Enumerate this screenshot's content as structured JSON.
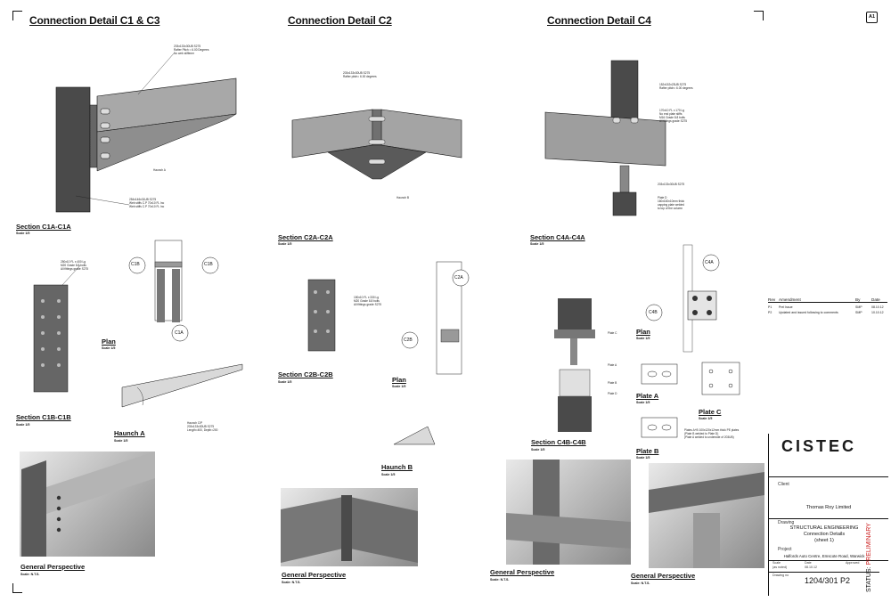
{
  "sheet": {
    "size_badge": "A1"
  },
  "headings": {
    "c1c3": "Connection Detail C1 & C3",
    "c2": "Connection Detail C2",
    "c4": "Connection Detail C4"
  },
  "sections": {
    "c1a": "Section C1A-C1A",
    "c1b": "Section C1B-C1B",
    "plan1": "Plan",
    "haunchA": "Haunch A",
    "gp1": "General Perspective",
    "c2a": "Section C2A-C2A",
    "c2b": "Section C2B-C2B",
    "plan2": "Plan",
    "haunchB": "Haunch B",
    "gp2": "General Perspective",
    "c4a": "Section C4A-C4A",
    "c4b": "Section C4B-C4B",
    "plan4": "Plan",
    "plateA": "Plate A",
    "plateB": "Plate B",
    "plateC": "Plate C",
    "gp3": "General Perspective",
    "gp4": "General Perspective"
  },
  "scales": {
    "s15": "Scale 1/5",
    "nts": "Scale: N.T.S."
  },
  "markers": {
    "c1a": "C1A",
    "c1b": "C1B",
    "c2b": "C2B",
    "c2a": "C2A",
    "c4a": "C4A",
    "c4b": "C4B"
  },
  "notes": {
    "c1_rafter": "203x133x30UB S275\nRafter Pitch = 6.00 Degrees\nNo web stiffener",
    "c1_haunch": "Haunch A",
    "c1_col": "254x146x31UB S275\nWeb stiffs C.P 70x10 FL Inc\nWeb stiffs C.P 70x10 FL Inc",
    "c1_bolts": "250x10 FL x 400 Lg\nM20 Grade 8.8 bolts\nAll fittings grade S275",
    "c1_haunch2": "Haunch C/P\n203x133x30UB S275\nLength=400, Depth=200",
    "c2_rafter": "203x133x30UB S275\nRafter pitch= 6.00 degrees",
    "c2_haunch": "Haunch B",
    "c2_bolts": "150x10 FL x 330 Lg\nM20 Grade 8.8 bolts\nAll fittings grade S275",
    "c4_col": "152x152x23UB S275\nRafter pitch= 6.00 degrees",
    "c4_bolts": "170x10 FL x 170 Lg\nNo end plate stiffs\nM16 Grade 8.8 bolts\nAll fittings grade S275",
    "c4_beam": "203x133x30UB S275",
    "c4_plate": "Plate D\n160x160x10mm thick\ncapping plate welded\nto top of the column",
    "c4_plateAB": "Plates A+B 100x120x12mm thick PE plates\n(Plate B welded to Plate D)\n(Plate A welded to underside of 203UB)",
    "plate_c": "Plate C",
    "plate_a": "Plate A",
    "plate_b": "Plate B",
    "plate_d": "Plate D"
  },
  "revisions": {
    "headers": [
      "Rev",
      "Amendment",
      "By",
      "Date"
    ],
    "rows": [
      [
        "P1",
        "Prel Issue",
        "SMP",
        "08.10.12"
      ],
      [
        "P2",
        "Updated and issued following to comments",
        "SMP",
        "10.10.12"
      ]
    ]
  },
  "title_block": {
    "logo": "CISTEC",
    "client_label": "Client",
    "client": "Thomas Roy Limited",
    "drawing_label": "Drawing",
    "drawing_title": [
      "STRUCTURAL ENGINEERING",
      "Connection Details",
      "(sheet 1)"
    ],
    "project_label": "Project",
    "project": "Halfords Auto Centre, Emscote Road, Warwick",
    "scale_label": "Scale",
    "scale": "(as noted)",
    "date_label": "Date",
    "date": "08.10.12",
    "approved_label": "Approved",
    "drawing_no_label": "Drawing no",
    "drawing_no": "1204/301 P2",
    "status_label": "STATUS:",
    "status": "PRELIMINARY"
  },
  "colors": {
    "steel": "#8c8c8c",
    "steel_dark": "#3e3e3e",
    "status_red": "#cc1f1f"
  }
}
